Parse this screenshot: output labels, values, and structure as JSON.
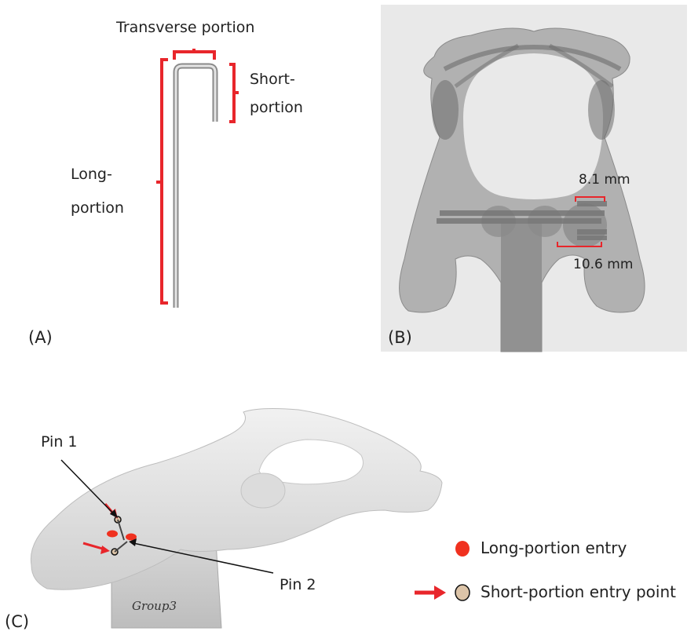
{
  "panel_a": {
    "letter": "(A)",
    "transverse_label": "Transverse portion",
    "short_label_line1": "Short-",
    "short_label_line2": "portion",
    "long_label_line1": "Long-",
    "long_label_line2": "portion"
  },
  "panel_b": {
    "letter": "(B)",
    "measure_top": "8.1 mm",
    "measure_bottom": "10.6 mm"
  },
  "panel_c": {
    "letter": "(C)",
    "pin1_label": "Pin 1",
    "pin2_label": "Pin 2",
    "specimen_text": "Group3"
  },
  "legend": {
    "long_entry_label": "Long-portion entry",
    "short_entry_label": "Short-portion entry point"
  },
  "colors": {
    "bracket_red": "#e8262b",
    "long_entry_red": "#f0311f",
    "short_entry_fill": "#dcc4a8"
  }
}
